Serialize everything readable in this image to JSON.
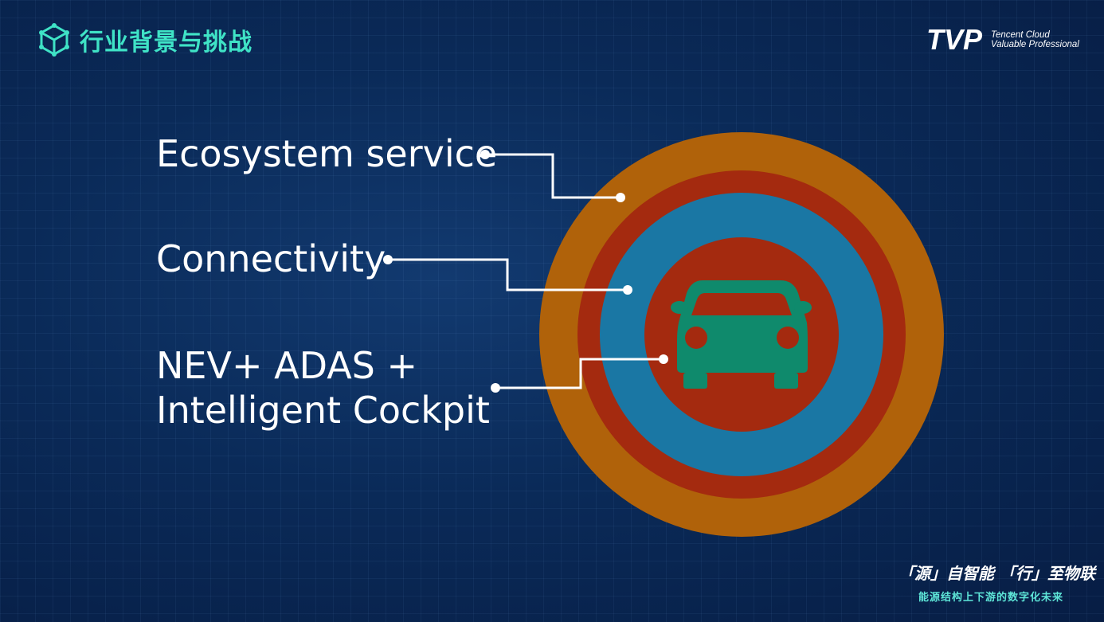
{
  "header": {
    "title": "行业背景与挑战"
  },
  "brand": {
    "logo_text": "TVP",
    "line1": "Tencent Cloud",
    "line2": "Valuable Professional"
  },
  "layers": [
    {
      "label": "Ecosystem service"
    },
    {
      "label": "Connectivity"
    },
    {
      "label_line1": "NEV+ ADAS +",
      "label_line2": "Intelligent Cockpit"
    }
  ],
  "footer": {
    "slogan": "「源」自智能 「行」至物联",
    "subtitle": "能源结构上下游的数字化未来"
  },
  "colors": {
    "accent": "#3fe3c6",
    "ring_outer": "#b0620a",
    "ring_second": "#a42a0f",
    "ring_third": "#1a77a4",
    "ring_core": "#a42a0f",
    "car": "#0f8a6c"
  },
  "icons": [
    "cube-icon",
    "car-icon"
  ]
}
